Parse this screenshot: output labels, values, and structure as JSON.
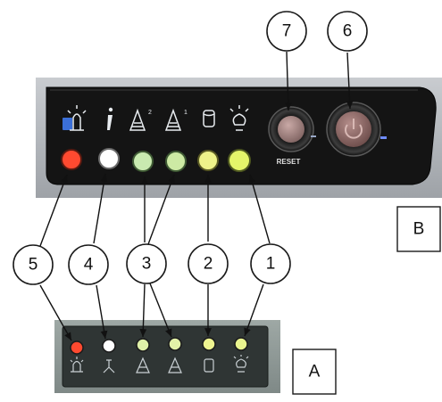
{
  "panels": {
    "large": {
      "label": "B",
      "reset_text": "RESET"
    },
    "small": {
      "label": "A"
    }
  },
  "callouts": [
    {
      "id": "1",
      "text": "1"
    },
    {
      "id": "2",
      "text": "2"
    },
    {
      "id": "3",
      "text": "3"
    },
    {
      "id": "4",
      "text": "4"
    },
    {
      "id": "5",
      "text": "5"
    },
    {
      "id": "6",
      "text": "6"
    },
    {
      "id": "7",
      "text": "7"
    }
  ],
  "leds": [
    {
      "callout": "5",
      "color": "#ff4a30",
      "icon": "system-status-icon"
    },
    {
      "callout": "4",
      "color": "#ffffff",
      "icon": "info-icon"
    },
    {
      "callout": "3",
      "color": "#cfeea8",
      "icon": "network-activity-icon"
    },
    {
      "callout": "3",
      "color": "#cfeea8",
      "icon": "network-activity-icon"
    },
    {
      "callout": "2",
      "color": "#f2f48a",
      "icon": "disk-activity-icon"
    },
    {
      "callout": "1",
      "color": "#e6f56a",
      "icon": "power-status-icon"
    }
  ],
  "buttons": [
    {
      "callout": "7",
      "icon": "reset-button"
    },
    {
      "callout": "6",
      "icon": "power-button-icon"
    }
  ]
}
